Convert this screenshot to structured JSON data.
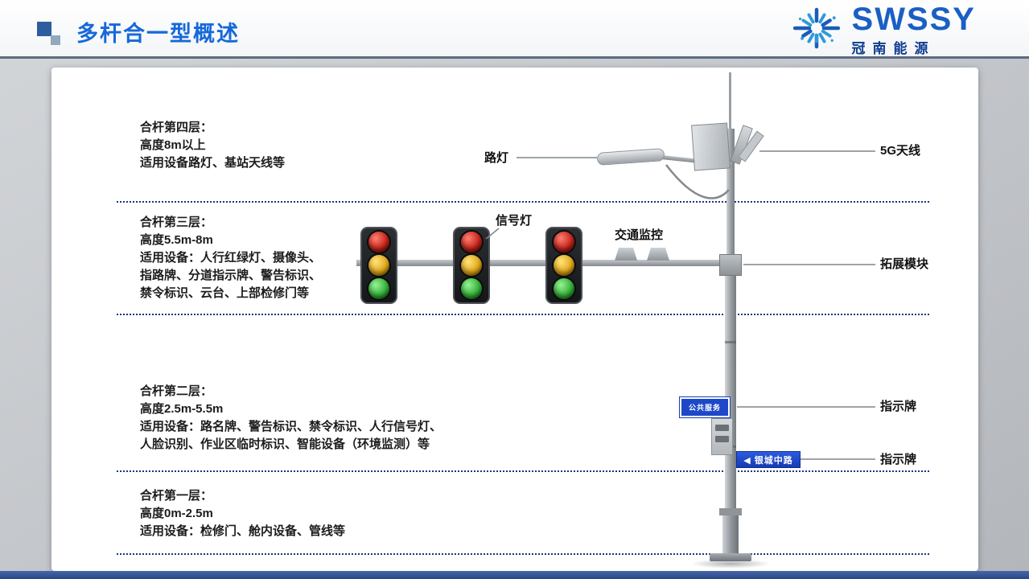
{
  "header": {
    "title": "多杆合一型概述"
  },
  "logo": {
    "brand": "SWSSY",
    "company": "冠南能源"
  },
  "layers": [
    {
      "title": "合杆第四层：",
      "text": "高度8m以上\n适用设备路灯、基站天线等"
    },
    {
      "title": "合杆第三层：",
      "text": "高度5.5m-8m\n适用设备：人行红绿灯、摄像头、\n指路牌、分道指示牌、警告标识、\n禁令标识、云台、上部检修门等"
    },
    {
      "title": "合杆第二层：",
      "text": "高度2.5m-5.5m\n适用设备：路名牌、警告标识、禁令标识、人行信号灯、\n人脸识别、作业区临时标识、智能设备（环境监测）等"
    },
    {
      "title": "合杆第一层：",
      "text": "高度0m-2.5m\n适用设备：检修门、舱内设备、管线等"
    }
  ],
  "callouts": {
    "street_lamp": "路灯",
    "signal_light": "信号灯",
    "traffic_monitor": "交通监控",
    "antenna_5g": "5G天线",
    "expansion_module": "拓展模块",
    "sign_board_upper": "指示牌",
    "sign_board_lower": "指示牌"
  },
  "signs": {
    "upper": "公共服务",
    "lower": "◀ 银城中路"
  },
  "colors": {
    "accent_blue": "#1668d9",
    "dotted_line": "#16357f",
    "sign_blue": "#1d49c8",
    "bottom_bar": "#33508f",
    "header_rule": "#5c6c82"
  }
}
